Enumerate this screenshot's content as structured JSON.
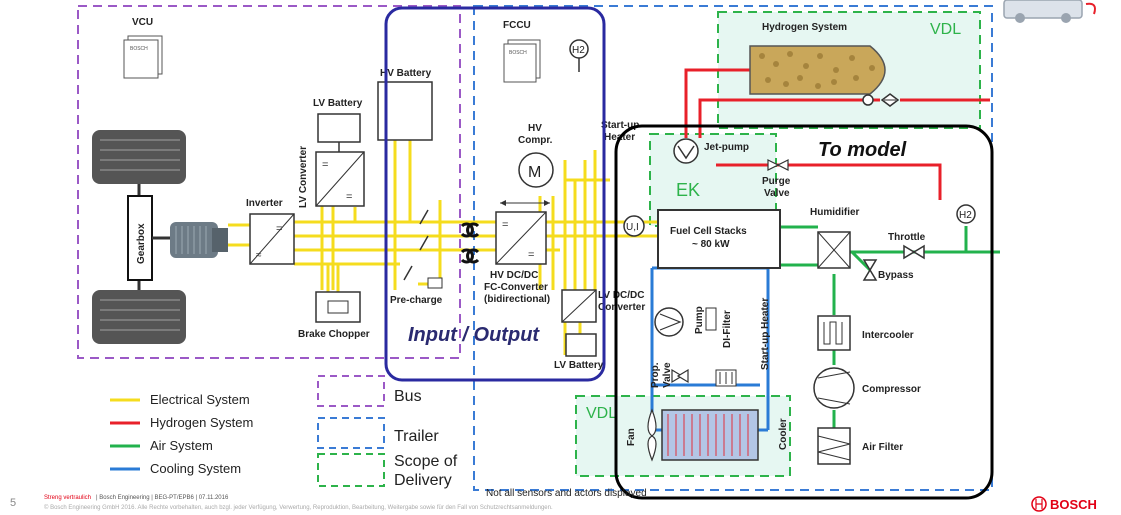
{
  "colors": {
    "electrical": "#f5dc1e",
    "hydrogen": "#e8202a",
    "air": "#22b24c",
    "cooling": "#2a7bd6",
    "bus_border": "#9b59c6",
    "trailer_border": "#3a7bd5",
    "delivery_border": "#2db34a",
    "input_output_border": "#2a2aa0",
    "to_model_border": "#000000",
    "bosch_red": "#e20015"
  },
  "labels": {
    "vcu": "VCU",
    "fccu": "FCCU",
    "h2_sensor": "H2",
    "hv_battery": "HV Battery",
    "lv_battery": "LV Battery",
    "lv_converter": "LV Converter",
    "inverter": "Inverter",
    "gearbox": "Gearbox",
    "hv_compr_line1": "HV",
    "hv_compr_line2": "Compr.",
    "motor_m": "M",
    "startup_heater_line1": "Start-up",
    "startup_heater_line2": "Heater",
    "pre_charge": "Pre-charge",
    "hv_dcdc_line1": "HV DC/DC",
    "hv_dcdc_line2": "FC-Converter",
    "hv_dcdc_line3": "(bidirectional)",
    "lv_dcdc_line1": "LV DC/DC",
    "lv_dcdc_line2": "Converter",
    "lv_battery_2": "LV Battery",
    "brake_chopper": "Brake Chopper",
    "ui_sensor": "U,I",
    "hydrogen_system": "Hydrogen System",
    "vdl_top": "VDL",
    "vdl_bottom": "VDL",
    "jet_pump": "Jet-pump",
    "purge_valve_line1": "Purge",
    "purge_valve_line2": "Valve",
    "ek": "EK",
    "fc_stacks_line1": "Fuel Cell Stacks",
    "fc_stacks_line2": "~ 80 kW",
    "humidifier": "Humidifier",
    "throttle": "Throttle",
    "bypass": "Bypass",
    "intercooler": "Intercooler",
    "compressor": "Compressor",
    "air_filter": "Air Filter",
    "pump": "Pump",
    "di_filter": "DI-Filter",
    "startup_heater_vertical": "Start-up Heater",
    "prop_valve_line1": "Prop.",
    "prop_valve_line2": "Valve",
    "fan": "Fan",
    "cooler": "Cooler",
    "to_model": "To model",
    "input_output": "Input / Output",
    "not_all_sensors": "Not all sensors and actors displayed",
    "bosch": "BOSCH",
    "page_number": "5",
    "footer_line1_red": "Streng vertraulich",
    "footer_line1_rest": "| Bosch Engineering | BEG-PT/EPB6 | 07.11.2016",
    "footer_line2": "© Bosch Engineering GmbH 2016. Alle Rechte vorbehalten, auch bzgl. jeder Verfügung, Verwertung, Reproduktion, Bearbeitung, Weitergabe sowie für den Fall von Schutzrechtsanmeldungen."
  },
  "legend": {
    "lines": [
      {
        "label": "Electrical System",
        "color_key": "electrical"
      },
      {
        "label": "Hydrogen System",
        "color_key": "hydrogen"
      },
      {
        "label": "Air System",
        "color_key": "air"
      },
      {
        "label": "Cooling System",
        "color_key": "cooling"
      }
    ],
    "boxes": [
      {
        "label": "Bus",
        "color_key": "bus_border"
      },
      {
        "label": "Trailer",
        "color_key": "trailer_border"
      },
      {
        "label_line1": "Scope of",
        "label_line2": "Delivery",
        "color_key": "delivery_border"
      }
    ]
  }
}
